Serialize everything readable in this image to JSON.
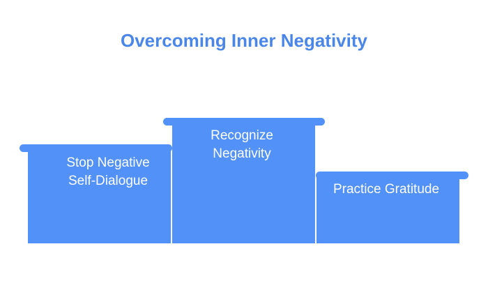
{
  "title": "Overcoming Inner Negativity",
  "colors": {
    "title": "#4a86e8",
    "step_fill": "#5291f7",
    "label": "#ffffff"
  },
  "steps": [
    {
      "label_line1": "Stop Negative",
      "label_line2": "Self-Dialogue"
    },
    {
      "label_line1": "Recognize",
      "label_line2": "Negativity"
    },
    {
      "label_line1": "Practice Gratitude",
      "label_line2": ""
    }
  ]
}
